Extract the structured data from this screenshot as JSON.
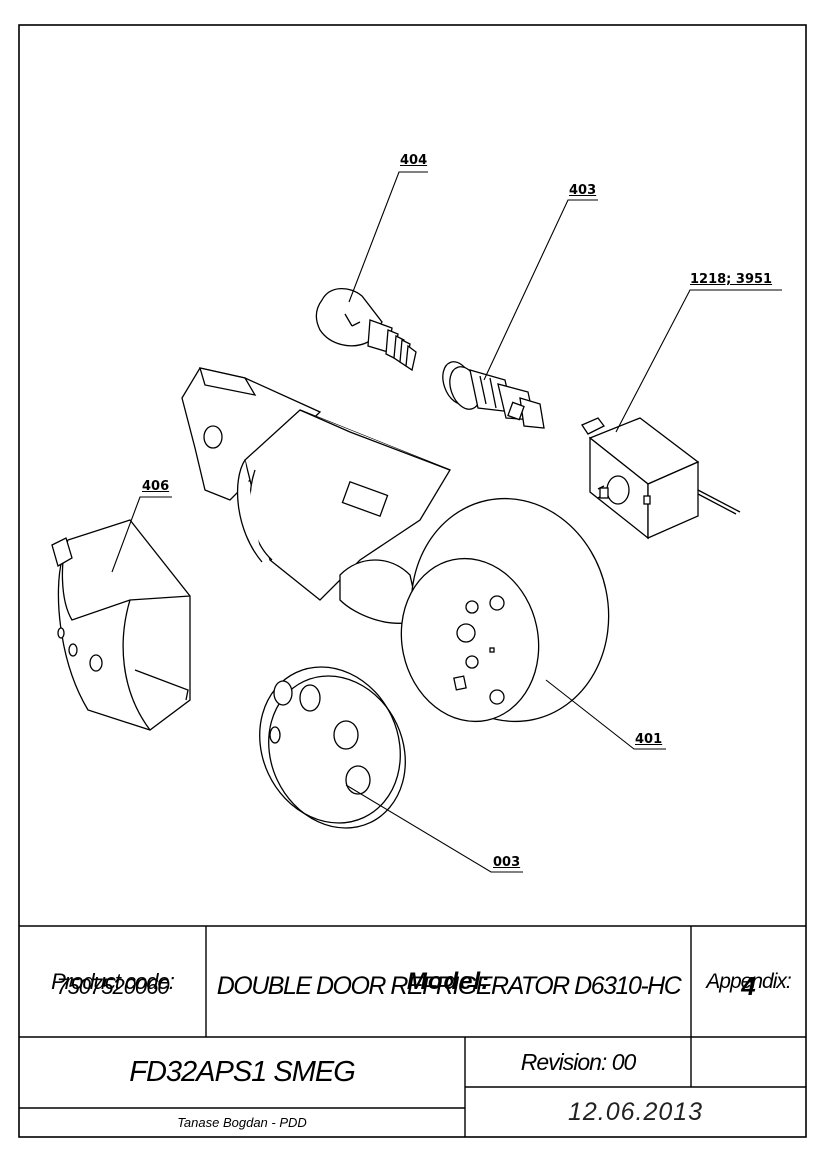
{
  "callouts": {
    "c404": "404",
    "c403": "403",
    "c1218": "1218; 3951",
    "c406": "406",
    "c401": "401",
    "c003": "003"
  },
  "title_block": {
    "product_code_label": "Product code:",
    "product_code_value": "7507520060",
    "model_label": "Model:",
    "model_value": "DOUBLE DOOR REFRIGERATOR D6310-HC",
    "appendix_label": "Appendix:",
    "appendix_value": "4",
    "part_name": "FD32APS1 SMEG",
    "revision": "Revision: 00",
    "author": "Tanase Bogdan - PDD",
    "date": "12.06.2013"
  }
}
